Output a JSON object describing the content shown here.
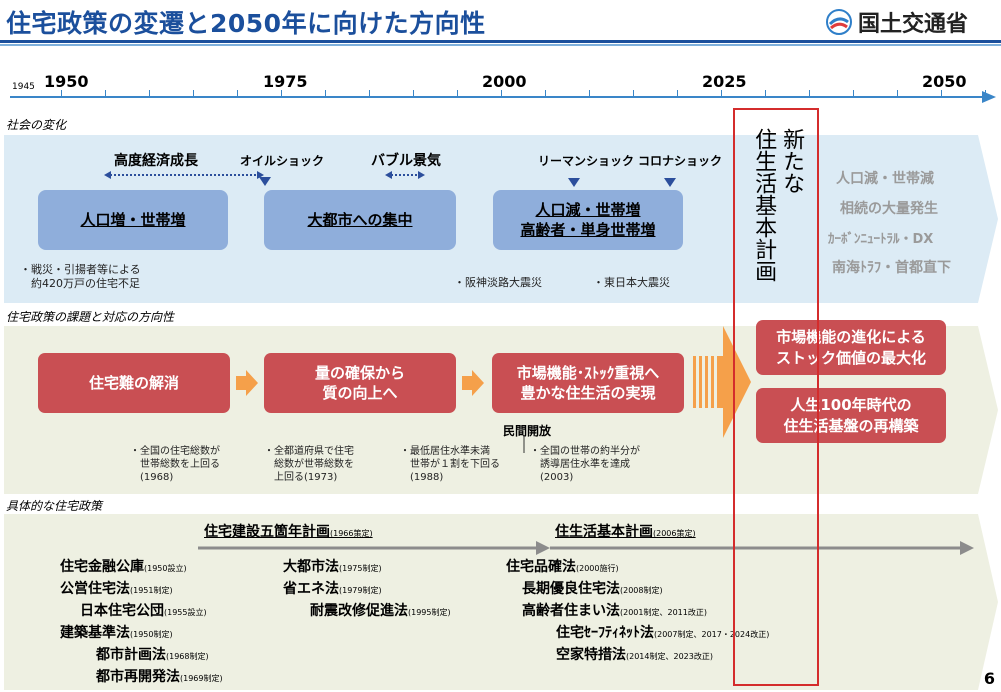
{
  "header": {
    "title": "住宅政策の変遷と2050年に向けた方向性",
    "logo_text": "国土交通省"
  },
  "timeline": {
    "years": [
      "1950",
      "1975",
      "2000",
      "2025",
      "2050"
    ],
    "start_year": "1945"
  },
  "sections": {
    "society": "社会の変化",
    "issues": "住宅政策の課題と対応の方向性",
    "policies": "具体的な住宅政策"
  },
  "society": {
    "high_growth": "高度経済成長",
    "oil_shock": "オイルショック",
    "bubble": "バブル景気",
    "lehman": "リーマンショック",
    "corona": "コロナショック",
    "box1": "人口増・世帯増",
    "box2": "大都市への集中",
    "box3_line1": "人口減・世帯増",
    "box3_line2": "高齢者・単身世帯増",
    "note1": "・戦災・引揚者等による\n　約420万戸の住宅不足",
    "note2": "・阪神淡路大震災",
    "note3": "・東日本大震災",
    "future": [
      "人口減・世帯減",
      "相続の大量発生",
      "ｶｰﾎﾞﾝﾆｭｰﾄﾗﾙ・DX",
      "南海ﾄﾗﾌ・首都直下"
    ]
  },
  "issues": {
    "box1": "住宅難の解消",
    "box2_line1": "量の確保から",
    "box2_line2": "質の向上へ",
    "box3_line1": "市場機能･ｽﾄｯｸ重視へ",
    "box3_line2": "豊かな住生活の実現",
    "box4_line1": "市場機能の進化による",
    "box4_line2": "ストック価値の最大化",
    "box5_line1": "人生100年時代の",
    "box5_line2": "住生活基盤の再構築",
    "private_open": "民間開放",
    "note1": "・全国の住宅総数が\n　世帯総数を上回る\n　(1968)",
    "note2": "・全都道府県で住宅\n　総数が世帯総数を\n　上回る(1973)",
    "note3": "・最低居住水準未満\n　世帯が１割を下回る\n　(1988)",
    "note4": "・全国の世帯の約半分が\n　誘導居住水準を達成\n　(2003)"
  },
  "new_plan": {
    "col1": "新たな",
    "col2": "住生活基本計画"
  },
  "policies": {
    "plan1": "住宅建設五箇年計画",
    "plan1_note": "(1966策定)",
    "plan2": "住生活基本計画",
    "plan2_note": "(2006策定)",
    "items": [
      {
        "name": "住宅金融公庫",
        "note": "(1950設立)"
      },
      {
        "name": "公営住宅法",
        "note": "(1951制定)"
      },
      {
        "name": "日本住宅公団",
        "note": "(1955設立)"
      },
      {
        "name": "建築基準法",
        "note": "(1950制定)"
      },
      {
        "name": "都市計画法",
        "note": "(1968制定)"
      },
      {
        "name": "都市再開発法",
        "note": "(1969制定)"
      },
      {
        "name": "大都市法",
        "note": "(1975制定)"
      },
      {
        "name": "省エネ法",
        "note": "(1979制定)"
      },
      {
        "name": "耐震改修促進法",
        "note": "(1995制定)"
      },
      {
        "name": "住宅品確法",
        "note": "(2000施行)"
      },
      {
        "name": "長期優良住宅法",
        "note": "(2008制定)"
      },
      {
        "name": "高齢者住まい法",
        "note": "(2001制定、2011改正)"
      },
      {
        "name": "住宅ｾｰﾌﾃｨﾈｯﾄ法",
        "note": "(2007制定、2017・2024改正)"
      },
      {
        "name": "空家特措法",
        "note": "(2014制定、2023改正)"
      }
    ]
  },
  "page_number": "6",
  "colors": {
    "title": "#1b4f9c",
    "blue_box": "#8faedb",
    "red_box": "#c94f53",
    "accent_orange": "#f5a04a",
    "frame_red": "#d42c2c"
  }
}
